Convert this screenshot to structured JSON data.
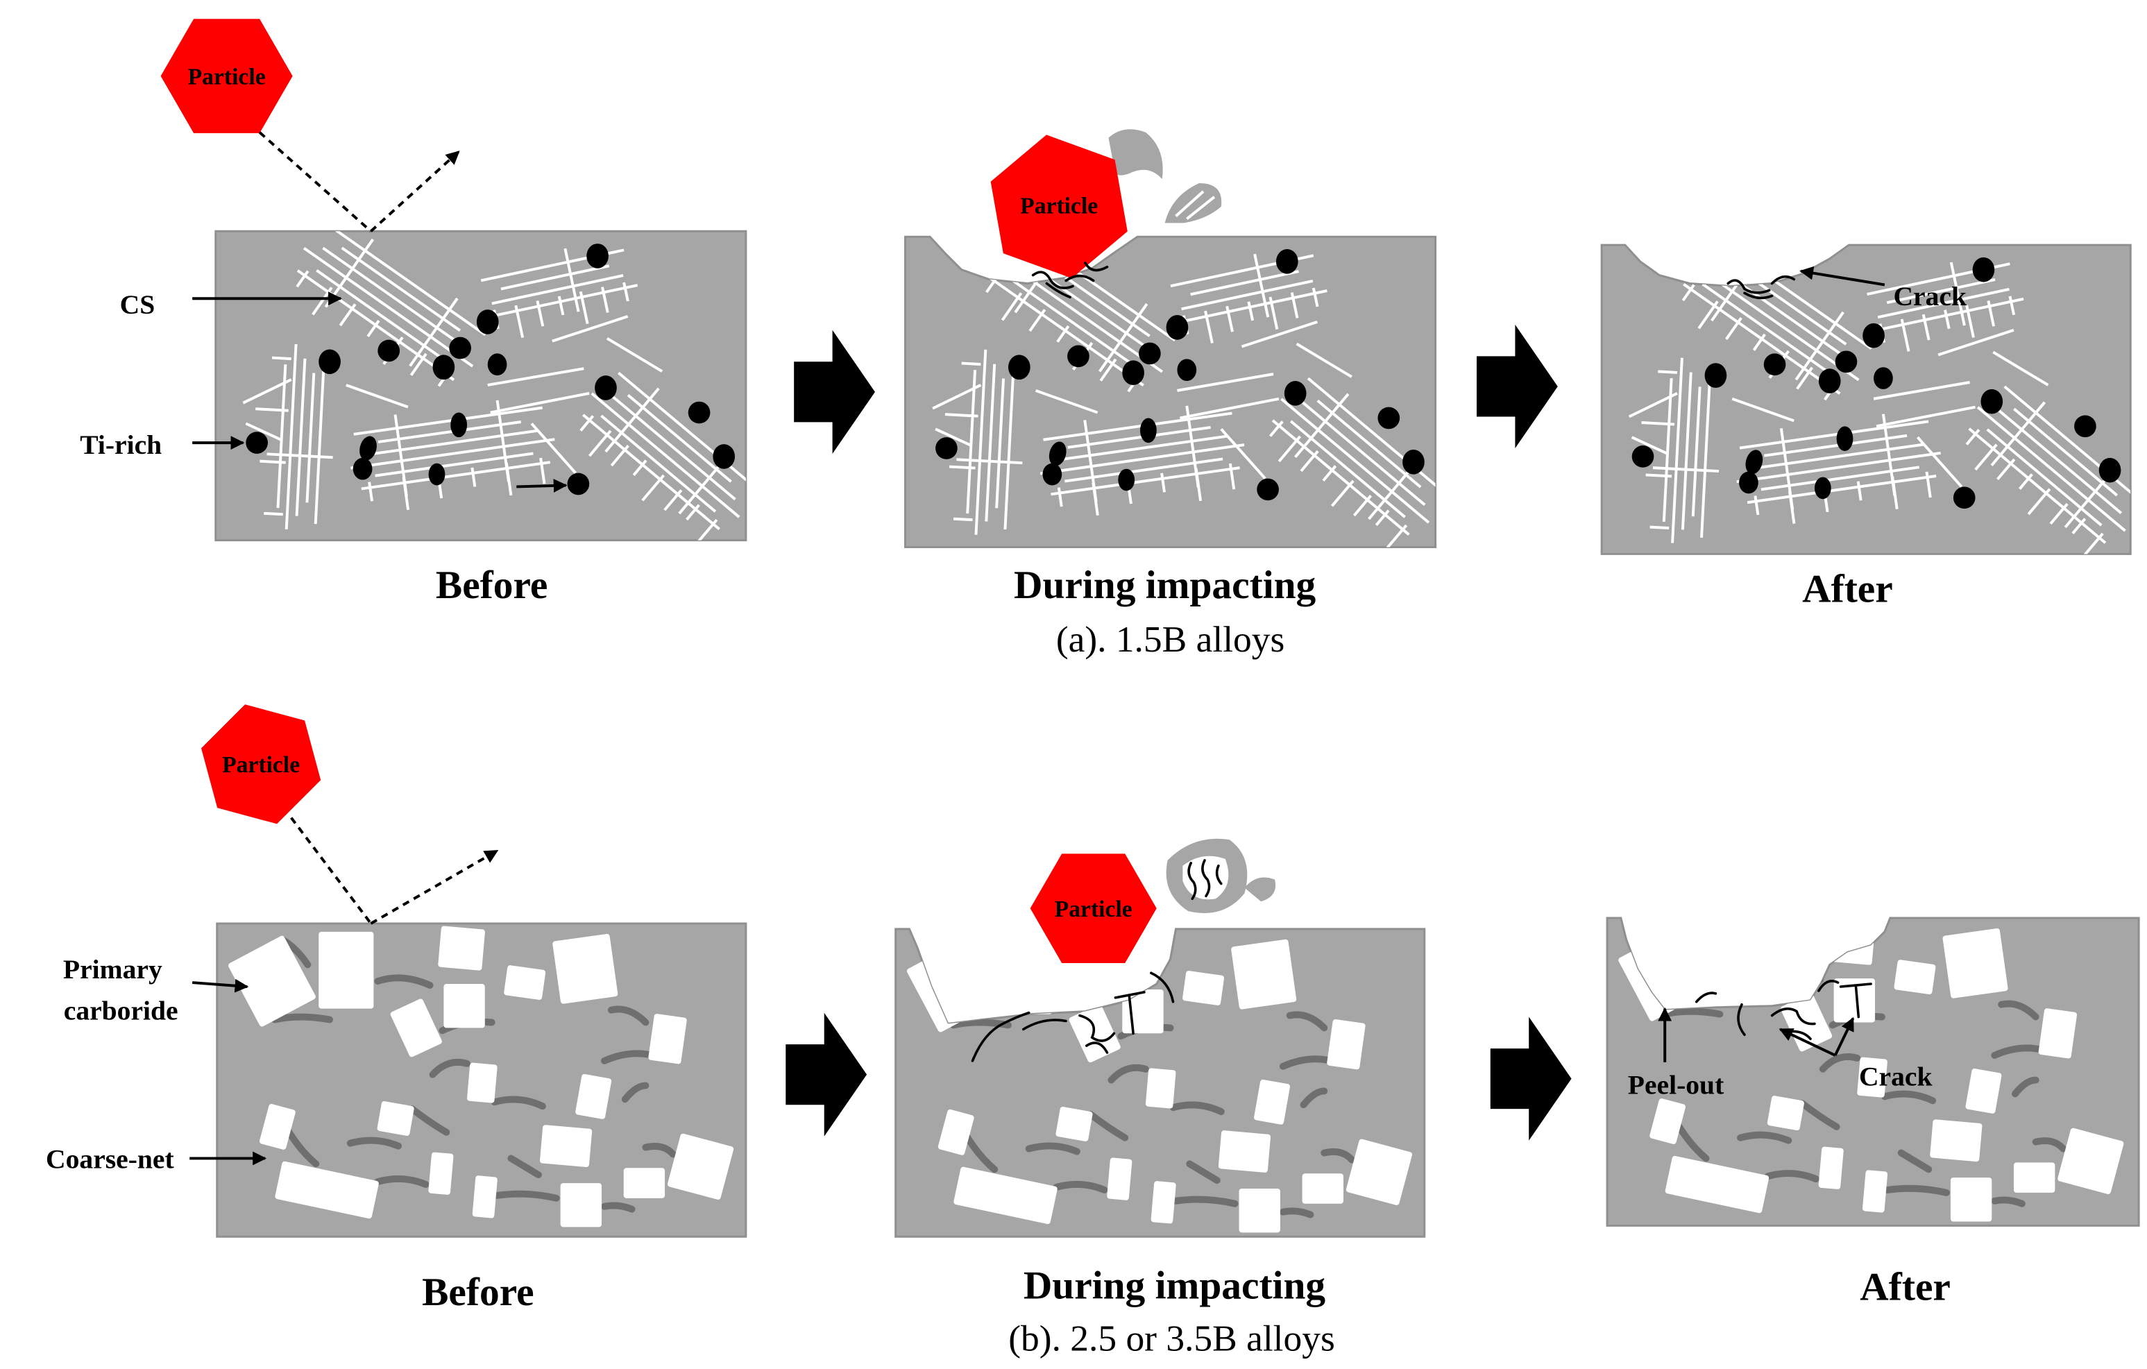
{
  "figure": {
    "row_a": {
      "caption": "(a). 1.5B alloys",
      "before": {
        "title": "Before",
        "particle": "Particle",
        "cs_label": "CS",
        "ti_rich_label": "Ti-rich"
      },
      "during": {
        "title": "During impacting",
        "particle": "Particle"
      },
      "after": {
        "title": "After",
        "crack_label": "Crack"
      }
    },
    "row_b": {
      "caption": "(b). 2.5 or 3.5B alloys",
      "before": {
        "title": "Before",
        "particle": "Particle",
        "primary_carboride_label": [
          "Primary",
          "carboride"
        ],
        "coarse_net_label": "Coarse-net"
      },
      "during": {
        "title": "During impacting",
        "particle": "Particle"
      },
      "after": {
        "title": "After",
        "peel_out_label": "Peel-out",
        "crack_label": "Crack"
      }
    }
  },
  "colors": {
    "particle": "#ff0000",
    "matrix": "#a6a6a6",
    "cs_phase": "#ffffff",
    "primary_carbide": "#ffffff",
    "ti_rich": "#000000",
    "coarse_net": "#6f6f6f",
    "crack": "#000000"
  },
  "icons": {
    "step_arrow": "right-block-arrow-icon",
    "leader_arrow": "leader-arrow-icon"
  }
}
